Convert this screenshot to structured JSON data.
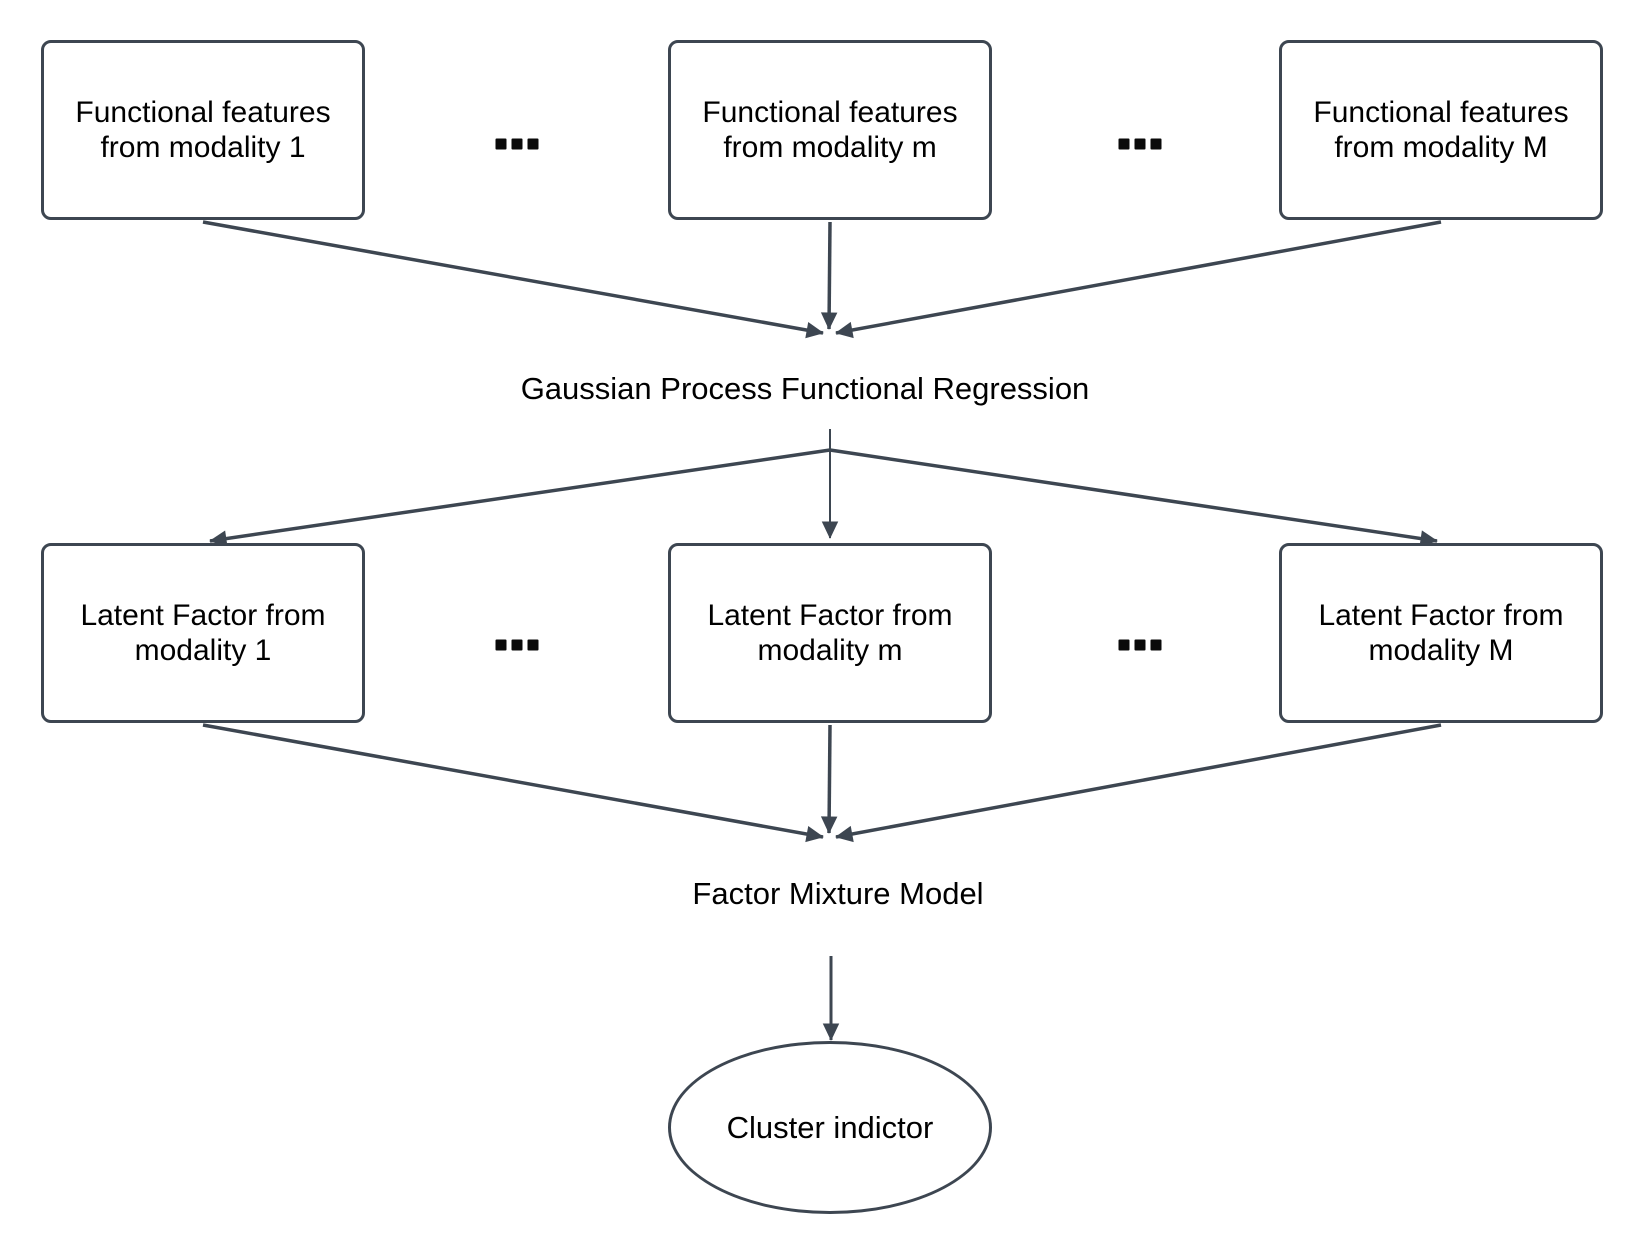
{
  "diagram": {
    "functional_row": [
      {
        "label": "Functional features from modality 1"
      },
      {
        "label": "Functional features from modality m"
      },
      {
        "label": "Functional features from modality M"
      }
    ],
    "gpfr_label": "Gaussian Process Functional Regression",
    "latent_row": [
      {
        "label": "Latent Factor from modality 1"
      },
      {
        "label": "Latent Factor from modality m"
      },
      {
        "label": "Latent Factor from modality M"
      }
    ],
    "fmm_label": "Factor Mixture Model",
    "cluster_label": "Cluster indictor",
    "ellipsis": "...",
    "colors": {
      "stroke": "#3d4651",
      "text": "#000000",
      "background": "#ffffff"
    }
  }
}
